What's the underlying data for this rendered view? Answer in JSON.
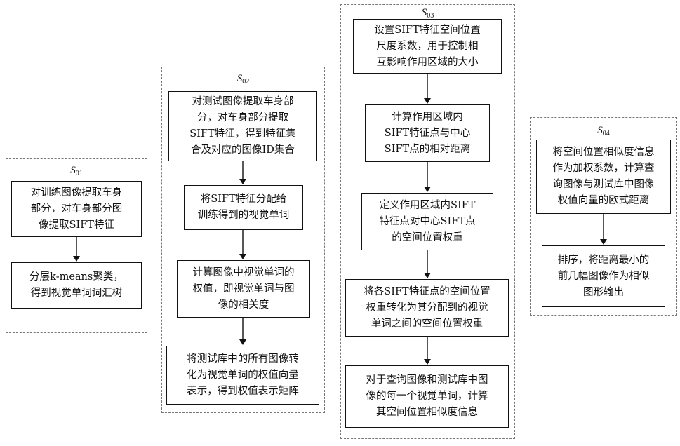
{
  "groups": [
    {
      "id": "s01",
      "label_main": "S",
      "label_sub": "01",
      "steps": [
        "对训练图像提取车身\n部分，对车身部分图\n像提取SIFT特征",
        "分层k-means聚类，\n得到视觉单词词汇树"
      ]
    },
    {
      "id": "s02",
      "label_main": "S",
      "label_sub": "02",
      "steps": [
        "对测试图像提取车身部\n分，对车身部分提取\nSIFT特征，得到特征集\n合及对应的图像ID集合",
        "将SIFT特征分配给\n训练得到的视觉单词",
        "计算图像中视觉单词的\n权值，即视觉单词与图\n像的相关度",
        "将测试库中的所有图像转\n化为视觉单词的权值向量\n表示，得到权值表示矩阵"
      ]
    },
    {
      "id": "s03",
      "label_main": "S",
      "label_sub": "03",
      "steps": [
        "设置SIFT特征空间位置\n尺度系数，用于控制相\n互影响作用区域的大小",
        "计算作用区域内\nSIFT特征点与中心\nSIFT点的相对距离",
        "定义作用区域内SIFT\n特征点对中心SIFT点\n的空间位置权重",
        "将各SIFT特征点的空间位置\n权重转化为其分配到的视觉\n单词之间的空间位置权重",
        "对于查询图像和测试库中图\n像的每一个视觉单词，计算\n其空间位置相似度信息"
      ]
    },
    {
      "id": "s04",
      "label_main": "S",
      "label_sub": "04",
      "steps": [
        "将空间位置相似度信息\n作为加权系数，计算查\n询图像与测试库中图像\n权值向量的欧式距离",
        "排序，将距离最小的\n前几幅图像作为相似\n图形输出"
      ]
    }
  ]
}
